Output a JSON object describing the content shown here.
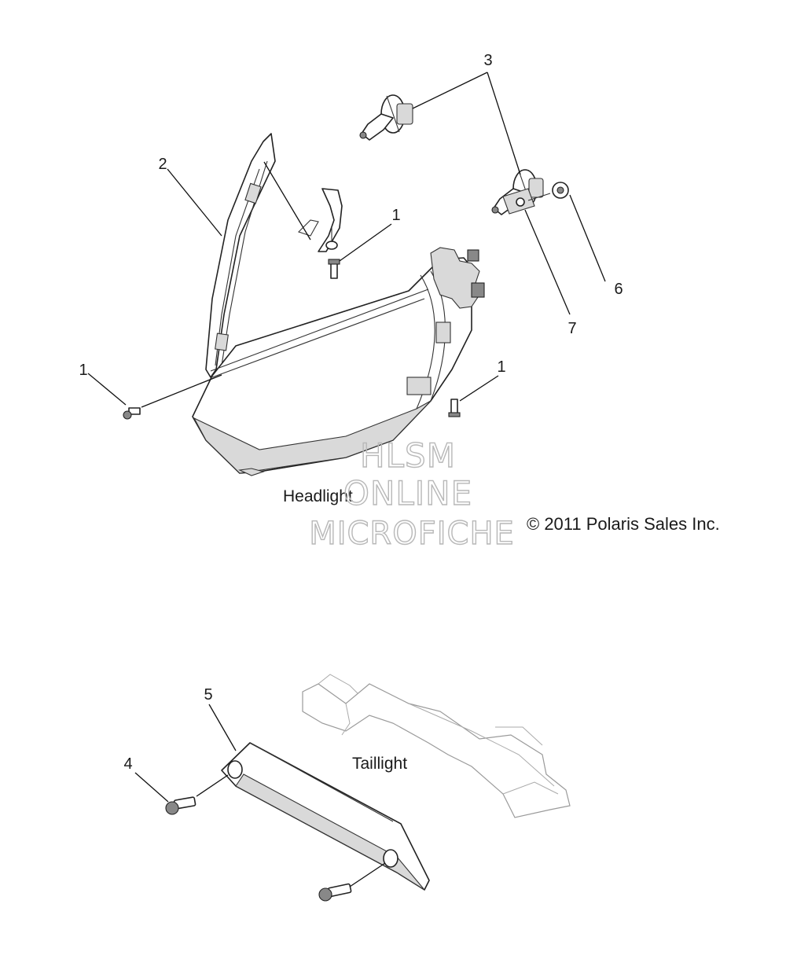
{
  "sections": {
    "headlight": "Headlight",
    "taillight": "Taillight"
  },
  "copyright": "© 2011 Polaris Sales Inc.",
  "watermark": {
    "line1": "HLSM",
    "line2": "ONLINE",
    "line3": "MICROFICHE"
  },
  "callouts": {
    "c1a": "1",
    "c1b": "1",
    "c1c": "1",
    "c2": "2",
    "c3": "3",
    "c4": "4",
    "c5": "5",
    "c6": "6",
    "c7": "7"
  }
}
